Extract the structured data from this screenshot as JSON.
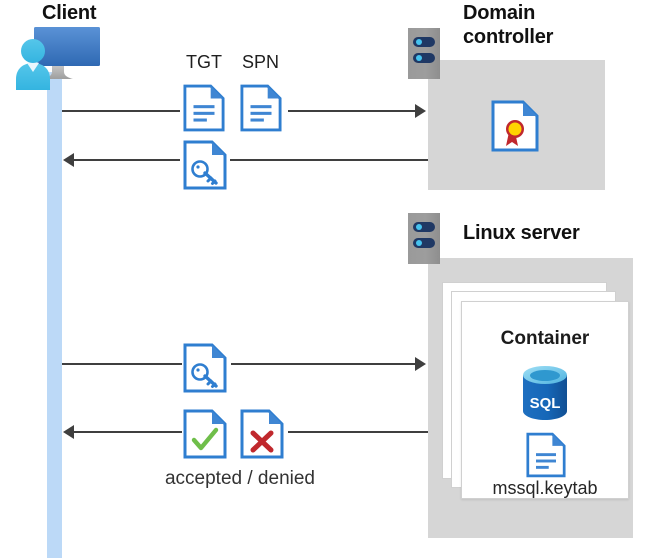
{
  "diagram": {
    "type": "sequence-diagram",
    "description": "Kerberos authentication flow between a client, a domain controller and a SQL Server container on a Linux server"
  },
  "actors": {
    "client": {
      "label": "Client",
      "icon": "client-computer-user-icon"
    },
    "domain_controller": {
      "label_line1": "Domain",
      "label_line2": "controller",
      "icon": "server-rack-icon",
      "contents": [
        {
          "name": "certificate-document-icon",
          "label": ""
        }
      ]
    },
    "linux_server": {
      "label": "Linux server",
      "icon": "server-rack-icon",
      "container": {
        "title": "Container",
        "items": [
          {
            "icon": "sql-database-icon",
            "label": "SQL"
          },
          {
            "icon": "keytab-document-icon",
            "label": "mssql.keytab"
          }
        ]
      }
    }
  },
  "messages": [
    {
      "id": "msg-tgt-spn",
      "direction": "client-to-domain-controller",
      "labels": [
        "TGT",
        "SPN"
      ],
      "icons": [
        "text-document-icon",
        "text-document-icon"
      ]
    },
    {
      "id": "msg-service-ticket",
      "direction": "domain-controller-to-client",
      "labels": [],
      "icons": [
        "key-document-icon"
      ]
    },
    {
      "id": "msg-ticket-presented",
      "direction": "client-to-linux-server",
      "labels": [],
      "icons": [
        "key-document-icon"
      ]
    },
    {
      "id": "msg-auth-result",
      "direction": "linux-server-to-client",
      "caption": "accepted / denied",
      "icons": [
        "check-document-icon",
        "cross-document-icon"
      ]
    }
  ],
  "colors": {
    "accent_blue": "#2f7ed0",
    "lifeline_blue": "#bcd9f7",
    "zone_gray": "#d6d6d6",
    "rack_navy": "#1f3864",
    "cyan": "#46c3ef",
    "check_green": "#6fbe4a",
    "cross_red": "#c0282d",
    "sql_blue": "#1b6ec2",
    "line_gray": "#3f3f3f"
  }
}
